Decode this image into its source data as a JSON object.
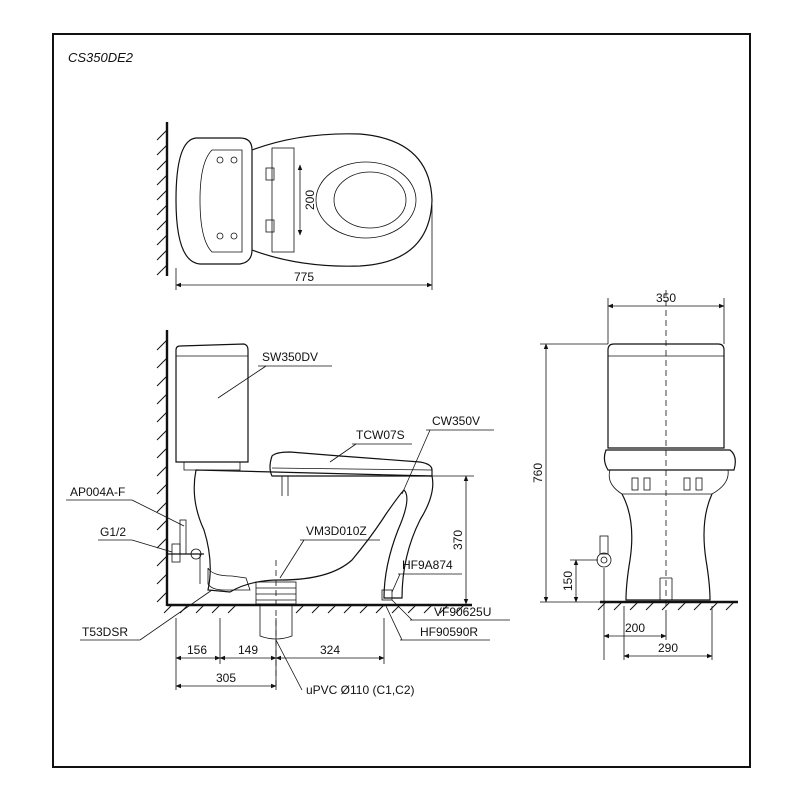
{
  "model_code": "CS350DE2",
  "top_view": {
    "dim_length": "775",
    "dim_seat": "200"
  },
  "side_view": {
    "callouts": {
      "tank": "SW350DV",
      "seat": "TCW07S",
      "bowl": "CW350V",
      "stop_valve": "AP004A-F",
      "thread": "G1/2",
      "flange": "VM3D010Z",
      "bolt_cap": "HF9A874",
      "fitting_1": "VF90625U",
      "fitting_2": "HF90590R",
      "hose": "T53DSR",
      "pipe": "uPVC Ø110 (C1,C2)"
    },
    "dims": {
      "d156": "156",
      "d149": "149",
      "d324": "324",
      "d305": "305",
      "d370": "370"
    }
  },
  "front_view": {
    "dims": {
      "width": "350",
      "height": "760",
      "inlet_height": "150",
      "inlet_offset": "200",
      "base": "290"
    }
  }
}
